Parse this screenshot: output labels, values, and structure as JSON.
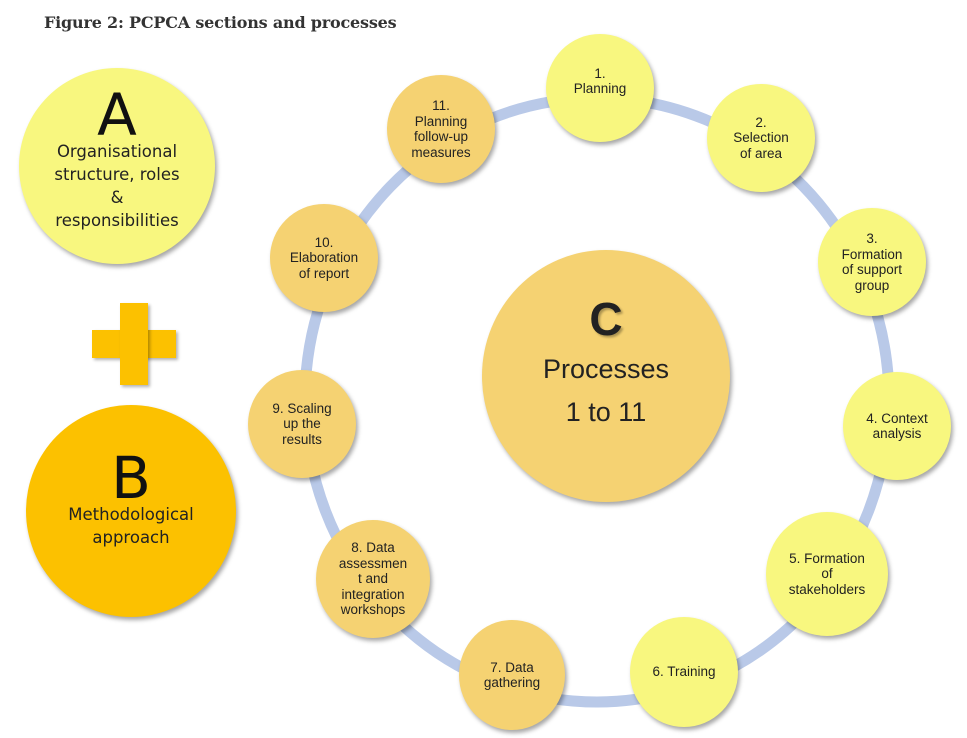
{
  "figure": {
    "title": "Figure 2: PCPCA sections and processes"
  },
  "colors": {
    "yellow": "#f8f77f",
    "orange": "#f5d272",
    "gold": "#fcc100",
    "ring": "#b9c9e8"
  },
  "section_a": {
    "letter": "A",
    "text": "Organisational\nstructure, roles\n&\nresponsibilities"
  },
  "connector": {
    "symbol": "plus-icon"
  },
  "section_b": {
    "letter": "B",
    "text": "Methodological\napproach"
  },
  "section_c": {
    "letter": "C",
    "text": "Processes\n1 to 11"
  },
  "processes": [
    {
      "label": "1.\nPlanning",
      "color": "yellow"
    },
    {
      "label": "2.\nSelection\nof area",
      "color": "yellow"
    },
    {
      "label": "3.\nFormation\nof support\ngroup",
      "color": "yellow"
    },
    {
      "label": "4. Context\nanalysis",
      "color": "yellow"
    },
    {
      "label": "5. Formation\nof\nstakeholders",
      "color": "yellow"
    },
    {
      "label": "6. Training",
      "color": "yellow"
    },
    {
      "label": "7. Data\ngathering",
      "color": "orange"
    },
    {
      "label": "8. Data\nassessmen\nt and\nintegration\nworkshops",
      "color": "orange"
    },
    {
      "label": "9. Scaling\nup the\nresults",
      "color": "orange"
    },
    {
      "label": "10.\nElaboration\nof report",
      "color": "orange"
    },
    {
      "label": "11.\nPlanning\nfollow-up\nmeasures",
      "color": "orange"
    }
  ]
}
